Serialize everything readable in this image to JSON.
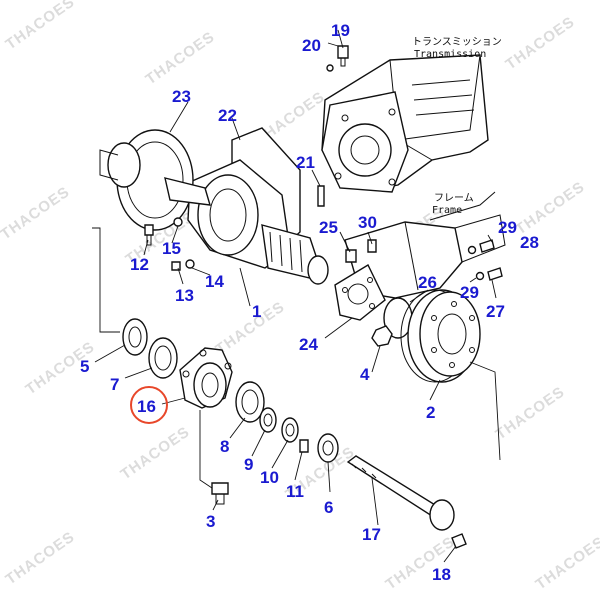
{
  "diagram": {
    "watermark": "THACOES",
    "labels": {
      "transmission_jp": "トランスミッション",
      "transmission_en": "Transmission",
      "frame_jp": "フレーム",
      "frame_en": "Frame"
    },
    "callouts": [
      "1",
      "2",
      "3",
      "4",
      "5",
      "6",
      "7",
      "8",
      "9",
      "10",
      "11",
      "12",
      "13",
      "14",
      "15",
      "16",
      "17",
      "18",
      "19",
      "20",
      "21",
      "22",
      "23",
      "24",
      "25",
      "26",
      "27",
      "28",
      "29",
      "29",
      "30"
    ],
    "highlighted_callout": "16",
    "colors": {
      "callout_text": "#1a1ad0",
      "highlight_ring": "#e8472a",
      "line_art": "#111111",
      "watermark": "#dcdcdc"
    }
  }
}
